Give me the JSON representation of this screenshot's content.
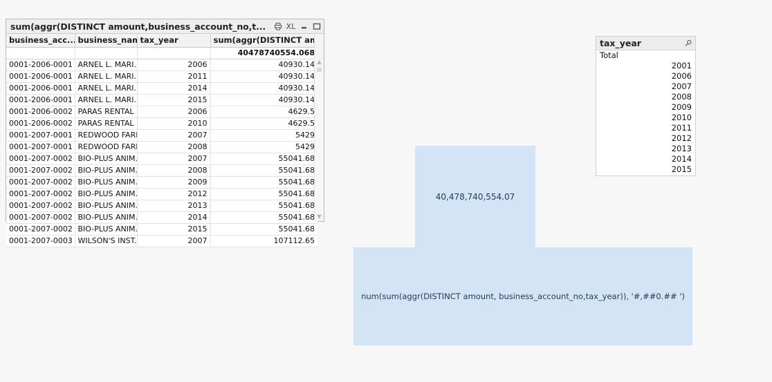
{
  "tablebox": {
    "title": "sum(aggr(DISTINCT  amount,business_account_no,t...",
    "icons": {
      "print": "print-icon",
      "export": "XL",
      "minimize": "minimize-icon",
      "maximize": "maximize-icon"
    },
    "columns": [
      "business_acc...",
      "business_name",
      "tax_year",
      "sum(aggr(DISTINCT am..."
    ],
    "total_row": {
      "business_account_no": "",
      "business_name": "",
      "tax_year": "",
      "amount": "40478740554.068"
    },
    "rows": [
      {
        "business_account_no": "0001-2006-0001",
        "business_name": "ARNEL L. MARI...",
        "tax_year": "2006",
        "amount": "40930.14"
      },
      {
        "business_account_no": "0001-2006-0001",
        "business_name": "ARNEL L. MARI...",
        "tax_year": "2011",
        "amount": "40930.14"
      },
      {
        "business_account_no": "0001-2006-0001",
        "business_name": "ARNEL L. MARI...",
        "tax_year": "2014",
        "amount": "40930.14"
      },
      {
        "business_account_no": "0001-2006-0001",
        "business_name": "ARNEL L. MARI...",
        "tax_year": "2015",
        "amount": "40930.14"
      },
      {
        "business_account_no": "0001-2006-0002",
        "business_name": "PARAS RENTAL",
        "tax_year": "2006",
        "amount": "4629.5"
      },
      {
        "business_account_no": "0001-2006-0002",
        "business_name": "PARAS RENTAL",
        "tax_year": "2010",
        "amount": "4629.5"
      },
      {
        "business_account_no": "0001-2007-0001",
        "business_name": "REDWOOD FARM",
        "tax_year": "2007",
        "amount": "5429"
      },
      {
        "business_account_no": "0001-2007-0001",
        "business_name": "REDWOOD FARM",
        "tax_year": "2008",
        "amount": "5429"
      },
      {
        "business_account_no": "0001-2007-0002",
        "business_name": "BIO-PLUS ANIM...",
        "tax_year": "2007",
        "amount": "55041.68"
      },
      {
        "business_account_no": "0001-2007-0002",
        "business_name": "BIO-PLUS ANIM...",
        "tax_year": "2008",
        "amount": "55041.68"
      },
      {
        "business_account_no": "0001-2007-0002",
        "business_name": "BIO-PLUS ANIM...",
        "tax_year": "2009",
        "amount": "55041.68"
      },
      {
        "business_account_no": "0001-2007-0002",
        "business_name": "BIO-PLUS ANIM...",
        "tax_year": "2012",
        "amount": "55041.68"
      },
      {
        "business_account_no": "0001-2007-0002",
        "business_name": "BIO-PLUS ANIM...",
        "tax_year": "2013",
        "amount": "55041.68"
      },
      {
        "business_account_no": "0001-2007-0002",
        "business_name": "BIO-PLUS ANIM...",
        "tax_year": "2014",
        "amount": "55041.68"
      },
      {
        "business_account_no": "0001-2007-0002",
        "business_name": "BIO-PLUS ANIM...",
        "tax_year": "2015",
        "amount": "55041.68"
      },
      {
        "business_account_no": "0001-2007-0003",
        "business_name": "WILSON'S INST...",
        "tax_year": "2007",
        "amount": "107112.65"
      }
    ]
  },
  "callouts": {
    "value": "40,478,740,554.07",
    "expression": "num(sum(aggr(DISTINCT amount, business_account_no,tax_year)),  '#,##0.## ')",
    "fill_color": "#d4e4f7"
  },
  "listbox": {
    "title": "tax_year",
    "search_icon": "search-icon",
    "total_label": "Total",
    "values": [
      "2001",
      "2006",
      "2007",
      "2008",
      "2009",
      "2010",
      "2011",
      "2012",
      "2013",
      "2014",
      "2015"
    ]
  }
}
